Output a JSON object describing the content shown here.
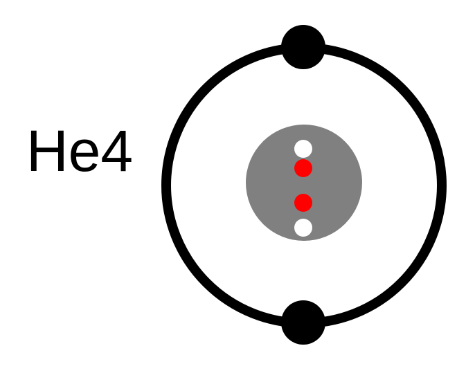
{
  "label": "He4",
  "colors": {
    "background": "#ffffff",
    "orbit": "#000000",
    "electron": "#000000",
    "nucleus": "#808080",
    "proton": "#ff0000",
    "neutron": "#ffffff",
    "text": "#000000"
  },
  "electrons": [
    {
      "position": "top"
    },
    {
      "position": "bottom"
    }
  ],
  "nucleons": [
    {
      "kind": "neutron"
    },
    {
      "kind": "proton"
    },
    {
      "kind": "proton"
    },
    {
      "kind": "neutron"
    }
  ]
}
